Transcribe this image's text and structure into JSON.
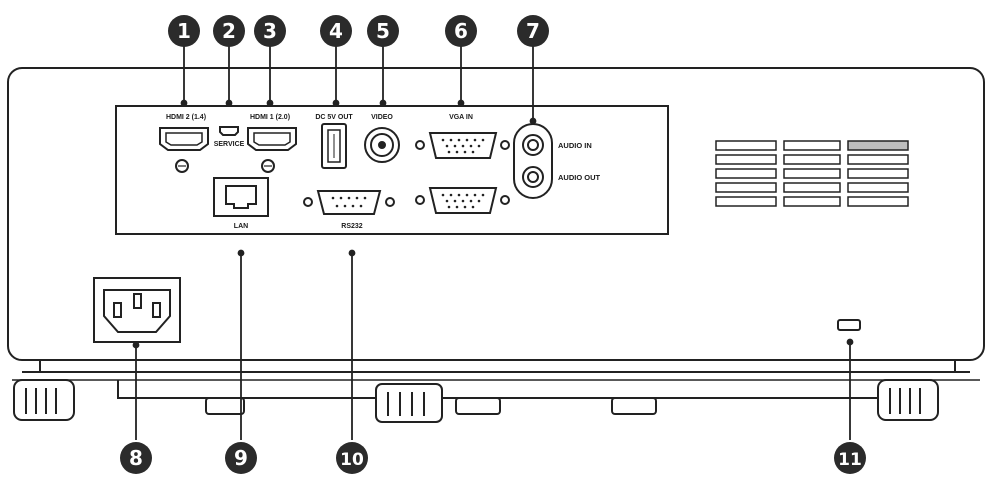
{
  "callouts": [
    {
      "number": "1"
    },
    {
      "number": "2"
    },
    {
      "number": "3"
    },
    {
      "number": "4"
    },
    {
      "number": "5"
    },
    {
      "number": "6"
    },
    {
      "number": "7"
    },
    {
      "number": "8"
    },
    {
      "number": "9"
    },
    {
      "number": "10"
    },
    {
      "number": "11"
    }
  ],
  "port_labels": {
    "hdmi2": "HDMI 2 (1.4)",
    "service": "SERVICE",
    "hdmi1": "HDMI 1 (2.0)",
    "dc_out": "DC 5V OUT",
    "video": "VIDEO",
    "vga": "VGA IN",
    "audio_in": "AUDIO IN",
    "audio_out": "AUDIO OUT",
    "lan": "LAN",
    "rs232": "RS232"
  },
  "colors": {
    "callout_fill": "#2b2b2b",
    "outline": "#222222",
    "vent_fill": "#bdbdbd"
  }
}
